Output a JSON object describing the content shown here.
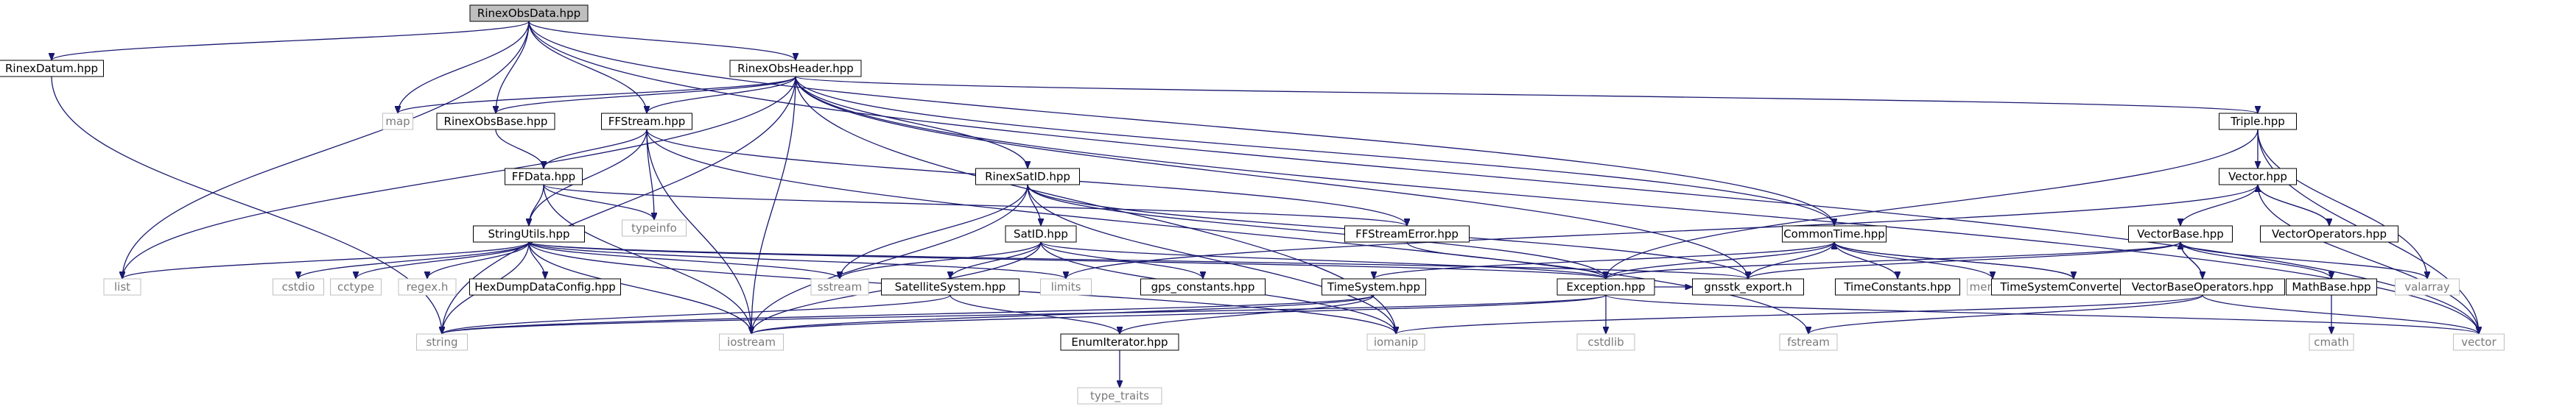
{
  "diagram": {
    "nodes": [
      {
        "id": "RinexObsData",
        "label": "RinexObsData.hpp",
        "root": true
      },
      {
        "id": "RinexDatum",
        "label": "RinexDatum.hpp"
      },
      {
        "id": "RinexObsHeader",
        "label": "RinexObsHeader.hpp"
      },
      {
        "id": "map",
        "label": "map",
        "external": true
      },
      {
        "id": "RinexObsBase",
        "label": "RinexObsBase.hpp"
      },
      {
        "id": "FFStream",
        "label": "FFStream.hpp"
      },
      {
        "id": "FFData",
        "label": "FFData.hpp"
      },
      {
        "id": "typeinfo",
        "label": "typeinfo",
        "external": true
      },
      {
        "id": "RinexSatID",
        "label": "RinexSatID.hpp"
      },
      {
        "id": "Triple",
        "label": "Triple.hpp"
      },
      {
        "id": "Vector",
        "label": "Vector.hpp"
      },
      {
        "id": "VectorOperators",
        "label": "VectorOperators.hpp"
      },
      {
        "id": "StringUtils",
        "label": "StringUtils.hpp"
      },
      {
        "id": "SatID",
        "label": "SatID.hpp"
      },
      {
        "id": "FFStreamError",
        "label": "FFStreamError.hpp"
      },
      {
        "id": "CommonTime",
        "label": "CommonTime.hpp"
      },
      {
        "id": "VectorBase",
        "label": "VectorBase.hpp"
      },
      {
        "id": "list",
        "label": "list",
        "external": true
      },
      {
        "id": "cstdio",
        "label": "cstdio",
        "external": true
      },
      {
        "id": "cctype",
        "label": "cctype",
        "external": true
      },
      {
        "id": "regexh",
        "label": "regex.h",
        "external": true
      },
      {
        "id": "HexDumpDataConfig",
        "label": "HexDumpDataConfig.hpp"
      },
      {
        "id": "sstream",
        "label": "sstream",
        "external": true
      },
      {
        "id": "SatelliteSystem",
        "label": "SatelliteSystem.hpp"
      },
      {
        "id": "limits",
        "label": "limits",
        "external": true
      },
      {
        "id": "gps_constants",
        "label": "gps_constants.hpp"
      },
      {
        "id": "TimeSystem",
        "label": "TimeSystem.hpp"
      },
      {
        "id": "Exception",
        "label": "Exception.hpp"
      },
      {
        "id": "gnsstk_export",
        "label": "gnsstk_export.h"
      },
      {
        "id": "TimeConstants",
        "label": "TimeConstants.hpp"
      },
      {
        "id": "memory",
        "label": "memory",
        "external": true
      },
      {
        "id": "TimeSystemConverter",
        "label": "TimeSystemConverter.hpp"
      },
      {
        "id": "VectorBaseOperators",
        "label": "VectorBaseOperators.hpp"
      },
      {
        "id": "MathBase",
        "label": "MathBase.hpp"
      },
      {
        "id": "valarray",
        "label": "valarray",
        "external": true
      },
      {
        "id": "string",
        "label": "string",
        "external": true
      },
      {
        "id": "iostream",
        "label": "iostream",
        "external": true
      },
      {
        "id": "Enumiterator",
        "label": "EnumIterator.hpp"
      },
      {
        "id": "iomanip",
        "label": "iomanip",
        "external": true
      },
      {
        "id": "cstdlib",
        "label": "cstdlib",
        "external": true
      },
      {
        "id": "fstream",
        "label": "fstream",
        "external": true
      },
      {
        "id": "cmath",
        "label": "cmath",
        "external": true
      },
      {
        "id": "vector",
        "label": "vector",
        "external": true
      },
      {
        "id": "type_traits",
        "label": "type_traits",
        "external": true
      }
    ],
    "edges": [
      [
        "RinexObsData",
        "RinexDatum"
      ],
      [
        "RinexObsData",
        "RinexObsHeader"
      ],
      [
        "RinexObsData",
        "map"
      ],
      [
        "RinexObsData",
        "RinexObsBase"
      ],
      [
        "RinexObsData",
        "FFStream"
      ],
      [
        "RinexObsData",
        "list"
      ],
      [
        "RinexObsData",
        "CommonTime"
      ],
      [
        "RinexObsData",
        "vector"
      ],
      [
        "RinexDatum",
        "string"
      ],
      [
        "RinexObsHeader",
        "map"
      ],
      [
        "RinexObsHeader",
        "RinexObsBase"
      ],
      [
        "RinexObsHeader",
        "FFStream"
      ],
      [
        "RinexObsHeader",
        "RinexSatID"
      ],
      [
        "RinexObsHeader",
        "Triple"
      ],
      [
        "RinexObsHeader",
        "CommonTime"
      ],
      [
        "RinexObsHeader",
        "list"
      ],
      [
        "RinexObsHeader",
        "string"
      ],
      [
        "RinexObsHeader",
        "iostream"
      ],
      [
        "RinexObsHeader",
        "iomanip"
      ],
      [
        "RinexObsHeader",
        "gnsstk_export"
      ],
      [
        "RinexObsHeader",
        "vector"
      ],
      [
        "RinexObsBase",
        "FFData"
      ],
      [
        "FFStream",
        "FFData"
      ],
      [
        "FFStream",
        "StringUtils"
      ],
      [
        "FFStream",
        "typeinfo"
      ],
      [
        "FFStream",
        "FFStreamError"
      ],
      [
        "FFStream",
        "iostream"
      ],
      [
        "FFStream",
        "fstream"
      ],
      [
        "FFData",
        "StringUtils"
      ],
      [
        "FFData",
        "typeinfo"
      ],
      [
        "FFData",
        "FFStreamError"
      ],
      [
        "FFData",
        "iostream"
      ],
      [
        "RinexSatID",
        "SatID"
      ],
      [
        "RinexSatID",
        "Exception"
      ],
      [
        "RinexSatID",
        "sstream"
      ],
      [
        "RinexSatID",
        "iostream"
      ],
      [
        "RinexSatID",
        "iomanip"
      ],
      [
        "RinexSatID",
        "gnsstk_export"
      ],
      [
        "Triple",
        "Vector"
      ],
      [
        "Triple",
        "Exception"
      ],
      [
        "Triple",
        "valarray"
      ],
      [
        "Triple",
        "vector"
      ],
      [
        "Vector",
        "VectorOperators"
      ],
      [
        "Vector",
        "VectorBase"
      ],
      [
        "Vector",
        "limits"
      ],
      [
        "Vector",
        "vector"
      ],
      [
        "VectorOperators",
        "Vector"
      ],
      [
        "StringUtils",
        "list"
      ],
      [
        "StringUtils",
        "cstdio"
      ],
      [
        "StringUtils",
        "cctype"
      ],
      [
        "StringUtils",
        "regexh"
      ],
      [
        "StringUtils",
        "HexDumpDataConfig"
      ],
      [
        "StringUtils",
        "sstream"
      ],
      [
        "StringUtils",
        "limits"
      ],
      [
        "StringUtils",
        "Exception"
      ],
      [
        "StringUtils",
        "string"
      ],
      [
        "StringUtils",
        "iostream"
      ],
      [
        "StringUtils",
        "iomanip"
      ],
      [
        "StringUtils",
        "gnsstk_export"
      ],
      [
        "SatID",
        "SatelliteSystem"
      ],
      [
        "SatID",
        "gps_constants"
      ],
      [
        "SatID",
        "sstream"
      ],
      [
        "SatID",
        "iostream"
      ],
      [
        "SatID",
        "iomanip"
      ],
      [
        "SatID",
        "Exception"
      ],
      [
        "SatelliteSystem",
        "string"
      ],
      [
        "SatelliteSystem",
        "Enumiterator"
      ],
      [
        "FFStreamError",
        "Exception"
      ],
      [
        "CommonTime",
        "Exception"
      ],
      [
        "CommonTime",
        "TimeConstants"
      ],
      [
        "CommonTime",
        "memory"
      ],
      [
        "CommonTime",
        "TimeSystemConverter"
      ],
      [
        "CommonTime",
        "TimeSystem"
      ],
      [
        "CommonTime",
        "gnsstk_export"
      ],
      [
        "TimeSystemConverter",
        "CommonTime"
      ],
      [
        "TimeSystem",
        "iostream"
      ],
      [
        "TimeSystem",
        "string"
      ],
      [
        "TimeSystem",
        "Enumiterator"
      ],
      [
        "Exception",
        "cstdlib"
      ],
      [
        "Exception",
        "iostream"
      ],
      [
        "Exception",
        "string"
      ],
      [
        "Exception",
        "vector"
      ],
      [
        "Exception",
        "gnsstk_export"
      ],
      [
        "VectorBase",
        "VectorBaseOperators"
      ],
      [
        "VectorBase",
        "MathBase"
      ],
      [
        "VectorBase",
        "valarray"
      ],
      [
        "VectorBase",
        "Exception"
      ],
      [
        "VectorBase",
        "gnsstk_export"
      ],
      [
        "VectorBaseOperators",
        "VectorBase"
      ],
      [
        "VectorBaseOperators",
        "iomanip"
      ],
      [
        "VectorBaseOperators",
        "fstream"
      ],
      [
        "VectorBaseOperators",
        "vector"
      ],
      [
        "MathBase",
        "cmath"
      ],
      [
        "Enumiterator",
        "type_traits"
      ]
    ]
  }
}
